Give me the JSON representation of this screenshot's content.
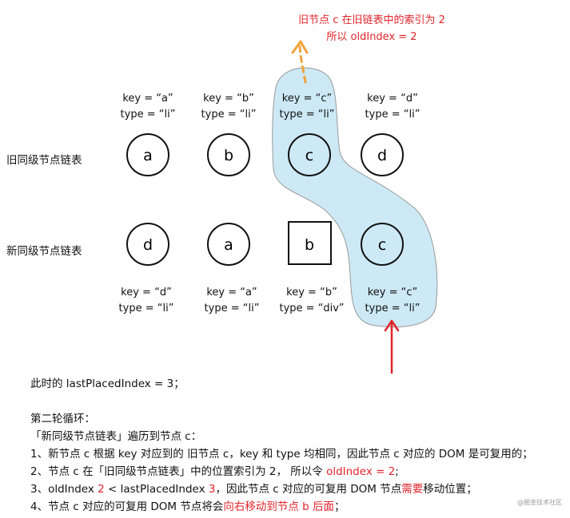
{
  "annotation": {
    "line1": "旧节点 c 在旧链表中的索引为 2",
    "line2": "所以 oldIndex = 2"
  },
  "old_list": {
    "label": "旧同级节点链表",
    "nodes": [
      {
        "text": "a",
        "key": "key = “a”",
        "type": "type = “li”"
      },
      {
        "text": "b",
        "key": "key = “b”",
        "type": "type = “li”"
      },
      {
        "text": "c",
        "key": "key = “c”",
        "type": "type = “li”"
      },
      {
        "text": "d",
        "key": "key = “d”",
        "type": "type = “li”"
      }
    ]
  },
  "new_list": {
    "label": "新同级节点链表",
    "nodes": [
      {
        "text": "d",
        "key": "key = “d”",
        "type": "type = “li”"
      },
      {
        "text": "a",
        "key": "key = “a”",
        "type": "type = “li”"
      },
      {
        "text": "b",
        "key": "key = “b”",
        "type": "type = “div”"
      },
      {
        "text": "c",
        "key": "key = “c”",
        "type": "type = “li”"
      }
    ]
  },
  "notes": {
    "last_placed": "此时的 lastPlacedIndex = 3；",
    "round_title": "第二轮循环：",
    "traverse": "「新同级节点链表」遍历到节点 c：",
    "step1": "1、新节点 c 根据 key 对应到的 旧节点 c，key 和 type 均相同，因此节点 c 对应的 DOM 是可复用的；",
    "step2_pre": "2、节点 c 在「旧同级节点链表」中的位置索引为 2， 所以令 ",
    "step2_red": "oldIndex = 2",
    "step2_post": ";",
    "step3_pre": "3、oldIndex ",
    "step3_red1": "2",
    "step3_mid": " < lastPlacedIndex ",
    "step3_red2": "3",
    "step3_mid2": "，因此节点 c 对应的可复用 DOM 节点",
    "step3_red3": "需要",
    "step3_post": "移动位置；",
    "step4_pre": "4、节点 c 对应的可复用 DOM 节点将会",
    "step4_red": "向右移动到节点 b 后面",
    "step4_post": "；"
  },
  "watermark": "@掘金技术社区",
  "colors": {
    "highlight_fill": "#cde9f6",
    "highlight_stroke": "#9a9a9a",
    "red": "#e0252b",
    "orange": "#f2a33c"
  }
}
